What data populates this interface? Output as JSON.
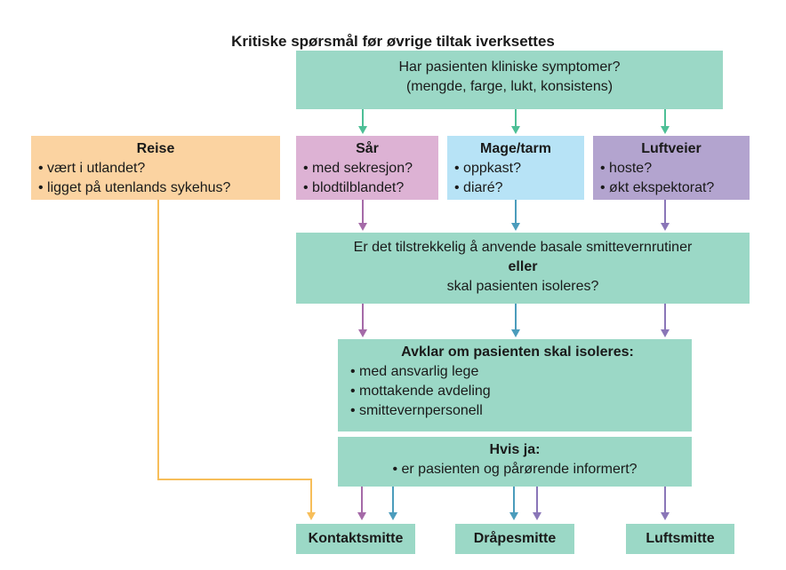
{
  "title": "Kritiske spørsmål før øvrige tiltak iverksettes",
  "symptoms": {
    "line1": "Har pasienten kliniske symptomer?",
    "line2": "(mengde, farge, lukt, konsistens)"
  },
  "reise": {
    "heading": "Reise",
    "items": [
      "vært i utlandet?",
      "ligget på utenlands sykehus?"
    ]
  },
  "sar": {
    "heading": "Sår",
    "items": [
      "med sekresjon?",
      "blodtilblandet?"
    ]
  },
  "mage": {
    "heading": "Mage/tarm",
    "items": [
      "oppkast?",
      "diaré?"
    ]
  },
  "luft": {
    "heading": "Luftveier",
    "items": [
      "hoste?",
      "økt ekspektorat?"
    ]
  },
  "question": {
    "line1": "Er det tilstrekkelig å anvende basale smittevernrutiner",
    "line2": "eller",
    "line3": "skal pasienten isoleres?"
  },
  "avklar": {
    "heading": "Avklar om pasienten skal isoleres:",
    "items": [
      "med ansvarlig lege",
      "mottakende avdeling",
      "smittevernpersonell"
    ]
  },
  "hvis": {
    "heading": "Hvis ja:",
    "items": [
      "er pasienten og pårørende informert?"
    ]
  },
  "outcomes": {
    "kontakt": "Kontaktsmitte",
    "drape": "Dråpesmitte",
    "luft": "Luftsmitte"
  },
  "colors": {
    "green_box": "#9bd8c6",
    "pink_box": "#ddb2d4",
    "blue_box": "#b7e3f6",
    "purple_box": "#b3a4cf",
    "orange_box": "#fbd3a1",
    "green_arrow": "#4dbf96",
    "pink_arrow": "#a56aa8",
    "blue_arrow": "#4b9cbc",
    "purple_arrow": "#8a76b8",
    "orange_arrow": "#f7be5a"
  }
}
